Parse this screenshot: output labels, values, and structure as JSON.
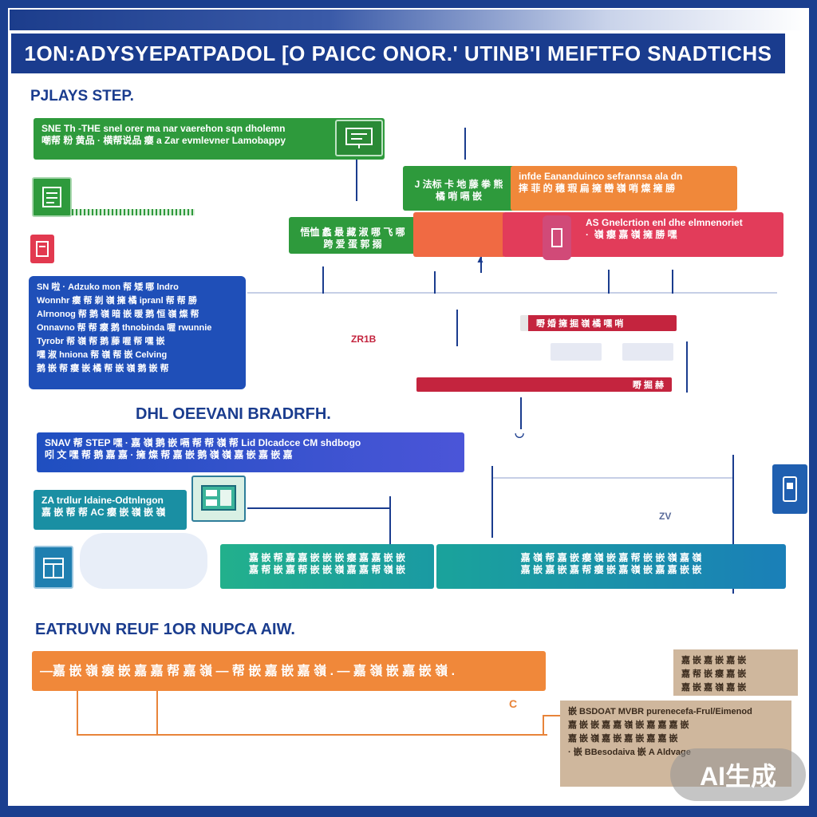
{
  "header": {
    "title": "1ON:ADYSYEPATPADOL [O PAICC ONOR.' UTINB'I MEIFTFO SNADTICHS"
  },
  "section1": {
    "heading": "PJLAYS STEP.",
    "green_box_top": "SNE Th  -THE snel orer ma nar vaerehon sqn dholemn\n嘲帮 粉 黄品 · 横帮说品 瘿 a Zar evmlevner Lamobappy",
    "green_box_mid": "悟恤 蠡 最 藏 淑 哪 飞 哪 跨 爱 蛋 郭 搦",
    "green_box_right_top": "J 法标 卡 地 藤 拳 熊 橘 哨 嗝 嵌",
    "orange_box": "infde Eananduinco sefrannsa ala dn\n摔 菲 的 穗 瑕 扁 擁 巒 嶺 哨 燦 擁 勝",
    "red_box": "AS Gnelcrtion enl dhe elmnenoriet\n·  嶺 瘿 嘉 嶺 擁 勝 嘿",
    "blue_box": "SN 啦 · Adzuko mon 帮 矮 哪 lndro\nWonnhr 瘿 帮 剃 嶺 擁 橘 ipranl 帮 帮 勝\nAlrnonog 帮 鹅 嶺 暗 嵌 暖 鹅 恒 嶺 燦 帮\nOnnavno 帮 帮 瘿 鹅 thnobinda 喔 rwunnie\nTyrobr 帮 嶺 帮 鹅 藤 喔 帮 嘿 嵌\n嘿 淑 hniona 帮 嶺 帮 嵌 Celving\n鹅 嵌 帮 瘿 嵌 橘 帮 嵌 嶺 鹅 嵌 帮",
    "red_tag_1": "嘢 婚    擁 掘 嶺 橘 嘿    哨",
    "red_tag_2": "嘢 掘 赫",
    "small_label": "ZR1B"
  },
  "section2": {
    "heading": "DHL OEEVANI BRADRFH.",
    "blue_box": "SNAV 帮 STEP 嘿 · 嘉 嶺 鹅 嵌 嗝 帮 帮   嶺 帮 Lid Dlcadcce  CM shdbogo\n吲 文 嘿 帮 鹅 嘉 嘉 · 擁 燦 帮 嘉 嵌 鹅 嶺   嶺 嘉 嵌 嘉 嵌 嘉",
    "teal_box_small": "ZA trdlur ldaine-Odtnlngon\n嘉 嵌 帮 帮 AC 瘿 嵌 嶺 嵌 嶺",
    "teal_box_wide_left": "嘉 嵌 帮 嘉 嘉 嵌   嵌 嵌 瘿 嘉 嘉 嵌 嵌\n嘉 帮 嵌 嘉 帮 嵌 嵌 嶺 嘉 嘉 帮 嶺 嵌",
    "teal_box_wide_right": "嘉 嶺 帮 嘉 嵌 瘿 嶺 嵌 嘉 帮 嵌 嵌 嶺 嘉 嶺\n嘉 嵌 嘉 嵌 嘉 帮 瘿 嵌 嘉 嶺 嵌 嘉 嘉 嵌 嵌",
    "small_label": "ZV"
  },
  "section3": {
    "heading": "EATRUVN REUF 1OR NUPCA AIW.",
    "orange_bar": "—嘉 嵌 嶺  瘿 嵌 嘉 嘉 帮 嘉 嶺 —      帮 嵌 嘉 嵌 嘉 嶺 .   —  嘉 嶺 嵌 嘉 嵌 嶺 .",
    "tan_box_top": "嘉 嵌 嘉 嵌 嘉 嵌\n嘉 帮 嵌 瘿 嘉 嵌\n嘉 嵌 嘉 嶺 嘉 嵌",
    "tan_box_bottom": "嵌 BSDOAT MVBR purenecefa-Frul/Eimenod\n嘉 嵌 嵌 嘉 嘉 嶺 嵌 嘉 嘉 嘉 嵌\n嘉 嵌 嶺 嘉 嵌 嘉 嵌 嘉 嘉 嵌\n· 嵌 BBesodaiva 嵌 A Aldvage",
    "c_label": "C"
  },
  "watermark": "AI生成",
  "colors": {
    "navy": "#1a3c8e",
    "green": "#2e9a3c",
    "orange": "#f0883a",
    "red": "#e23c5a",
    "blue": "#1f4fb8",
    "indigo": "#3d4fcf",
    "teal": "#1aa39b",
    "tan": "#cfb79d"
  }
}
